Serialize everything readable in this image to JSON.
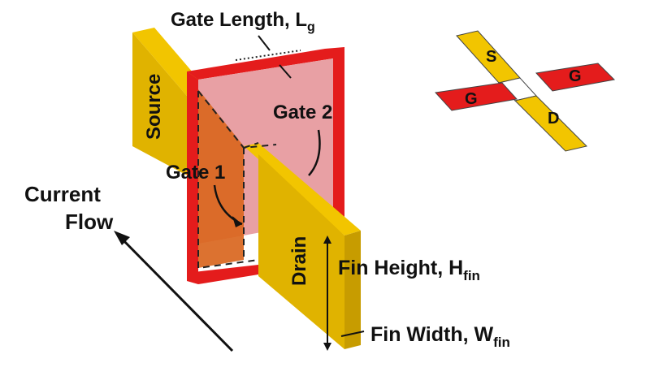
{
  "labels": {
    "gate_length": "Gate Length, L",
    "gate_length_sub": "g",
    "source": "Source",
    "drain": "Drain",
    "gate1": "Gate 1",
    "gate2": "Gate 2",
    "current_flow_line1": "Current",
    "current_flow_line2": "Flow",
    "fin_height": "Fin Height, H",
    "fin_height_sub": "fin",
    "fin_width": "Fin Width, W",
    "fin_width_sub": "fin"
  },
  "inset": {
    "source": "S",
    "drain": "D",
    "gate_left": "G",
    "gate_right": "G"
  },
  "colors": {
    "fin_yellow": "#e8b800",
    "fin_yellow_dark": "#b88e00",
    "gate_red": "#e8141c",
    "gate_fill": "#e89aa0",
    "gate_orange": "#d4600e"
  }
}
